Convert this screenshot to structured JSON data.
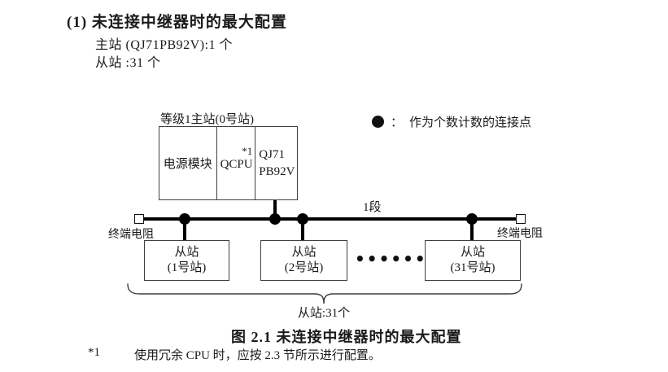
{
  "header": {
    "title": "(1) 未连接中继器时的最大配置",
    "master_line": "主站 (QJ71PB92V):1 个",
    "slave_line": "从站 :31 个"
  },
  "legend": {
    "symbol": "connection-point-dot",
    "separator": "：",
    "label": "作为个数计数的连接点"
  },
  "diagram": {
    "master": {
      "label": "等级1主站(0号站)",
      "cells": {
        "power": "电源模块",
        "cpu": "QCPU",
        "cpu_note": "*1",
        "net_line1": "QJ71",
        "net_line2": "PB92V"
      }
    },
    "segment_label": "1段",
    "terminator_left": "终端电阻",
    "terminator_right": "终端电阻",
    "slaves": [
      {
        "line1": "从站",
        "line2": "(1号站)"
      },
      {
        "line1": "从站",
        "line2": "(2号站)"
      },
      {
        "line1": "从站",
        "line2": "(31号站)"
      }
    ],
    "ellipsis": "••••••",
    "brace_label": "从站:31个"
  },
  "caption": "图 2.1 未连接中继器时的最大配置",
  "footnote": {
    "marker": "*1",
    "text": "使用冗余 CPU 时，应按 2.3 节所示进行配置。"
  },
  "colors": {
    "ink": "#1a1a1a",
    "line": "#000000",
    "border": "#3f3f3f",
    "background": "#ffffff"
  }
}
